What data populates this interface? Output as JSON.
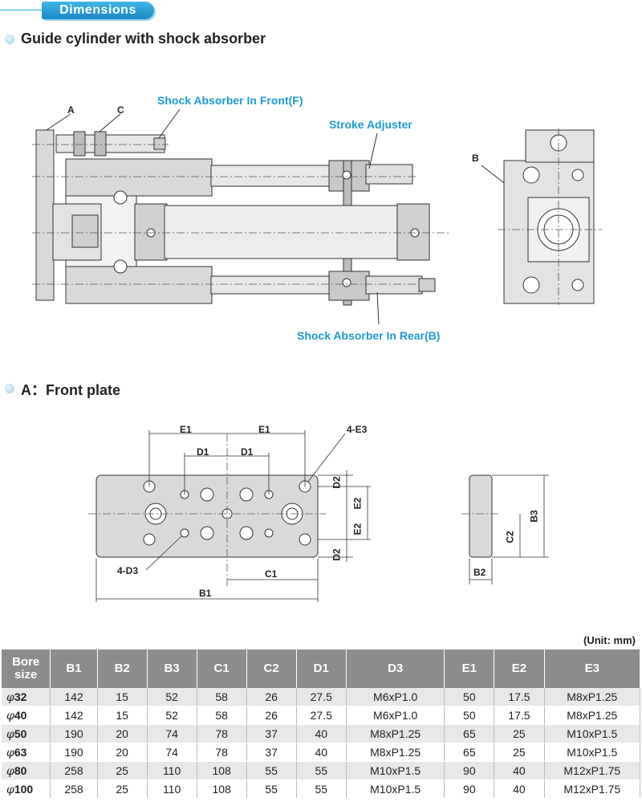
{
  "header": {
    "tab_label": "Dimensions"
  },
  "section1": {
    "title": "Guide cylinder with shock absorber"
  },
  "labels": {
    "a": "A",
    "c": "C",
    "b": "B",
    "shock_front": "Shock Absorber In Front(F)",
    "stroke_adjuster": "Stroke Adjuster",
    "shock_rear": "Shock Absorber In Rear(B)"
  },
  "section2": {
    "title": "A：Front plate"
  },
  "dims": {
    "e1_left": "E1",
    "e1_right": "E1",
    "d1_left": "D1",
    "d1_right": "D1",
    "e3": "4-E3",
    "d3": "4-D3",
    "c1": "C1",
    "b1": "B1",
    "d2_top": "D2",
    "d2_bottom": "D2",
    "e2_top": "E2",
    "e2_bottom": "E2",
    "c2": "C2",
    "b3": "B3",
    "b2": "B2"
  },
  "table": {
    "unit": "(Unit: mm)",
    "headers": [
      "Bore size",
      "B1",
      "B2",
      "B3",
      "C1",
      "C2",
      "D1",
      "D3",
      "E1",
      "E2",
      "E3"
    ],
    "phi_symbol": "φ",
    "rows": [
      [
        "32",
        "142",
        "15",
        "52",
        "58",
        "26",
        "27.5",
        "M6xP1.0",
        "50",
        "17.5",
        "M8xP1.25"
      ],
      [
        "40",
        "142",
        "15",
        "52",
        "58",
        "26",
        "27.5",
        "M6xP1.0",
        "50",
        "17.5",
        "M8xP1.25"
      ],
      [
        "50",
        "190",
        "20",
        "74",
        "78",
        "37",
        "40",
        "M8xP1.25",
        "65",
        "25",
        "M10xP1.5"
      ],
      [
        "63",
        "190",
        "20",
        "74",
        "78",
        "37",
        "40",
        "M8xP1.25",
        "65",
        "25",
        "M10xP1.5"
      ],
      [
        "80",
        "258",
        "25",
        "110",
        "108",
        "55",
        "55",
        "M10xP1.5",
        "90",
        "40",
        "M12xP1.75"
      ],
      [
        "100",
        "258",
        "25",
        "110",
        "108",
        "55",
        "55",
        "M10xP1.5",
        "90",
        "40",
        "M12xP1.75"
      ]
    ]
  }
}
